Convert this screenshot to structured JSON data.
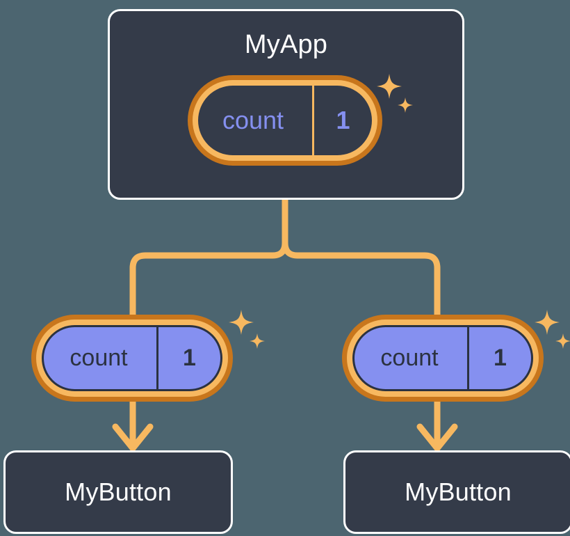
{
  "diagram": {
    "title_node": {
      "label": "MyApp",
      "state": {
        "key": "count",
        "value": "1"
      }
    },
    "leaf_states": [
      {
        "key": "count",
        "value": "1"
      },
      {
        "key": "count",
        "value": "1"
      }
    ],
    "leaf_nodes": [
      {
        "label": "MyButton"
      },
      {
        "label": "MyButton"
      }
    ],
    "colors": {
      "canvas_background": "#4c6570",
      "node_fill": "#343b49",
      "node_border": "#ffffff",
      "node_text": "#ffffff",
      "pill_ring_outer": "#c8761c",
      "pill_ring_inner": "#f7b860",
      "pill_fill_purple": "#8590f0",
      "pill_text_purple": "#8590f0",
      "pill_text_dark": "#2b3240",
      "connector": "#f7b860",
      "sparkle": "#f7b860"
    }
  }
}
